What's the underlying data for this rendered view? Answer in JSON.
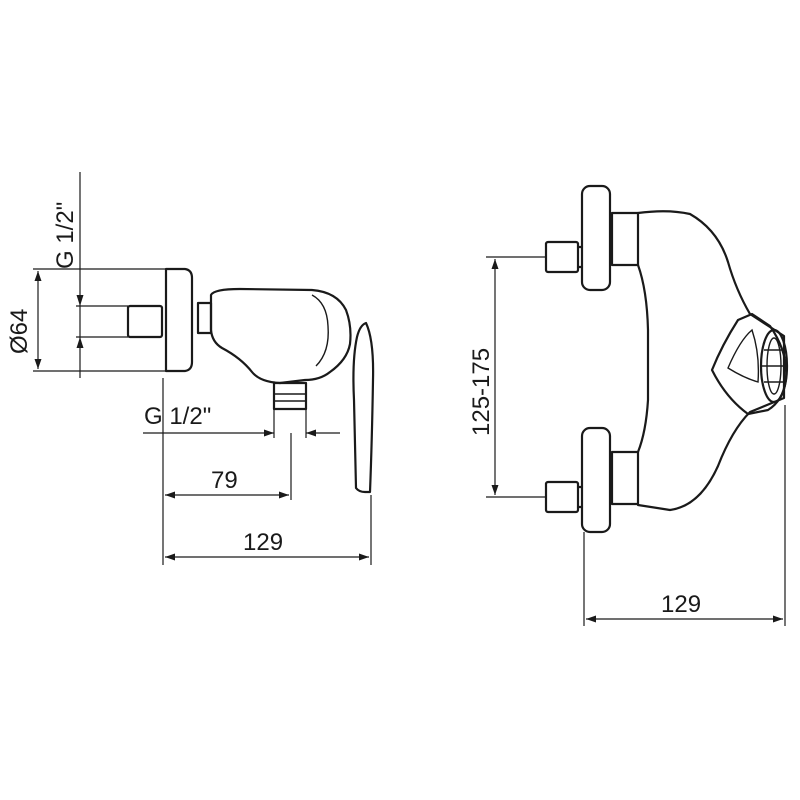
{
  "labels": {
    "side_top_thread": "G 1/2\"",
    "side_diameter": "Ø64",
    "side_bottom_thread": "G 1/2\"",
    "side_dim_79": "79",
    "side_dim_129": "129",
    "front_spacing": "125-175",
    "front_dim_129": "129"
  }
}
